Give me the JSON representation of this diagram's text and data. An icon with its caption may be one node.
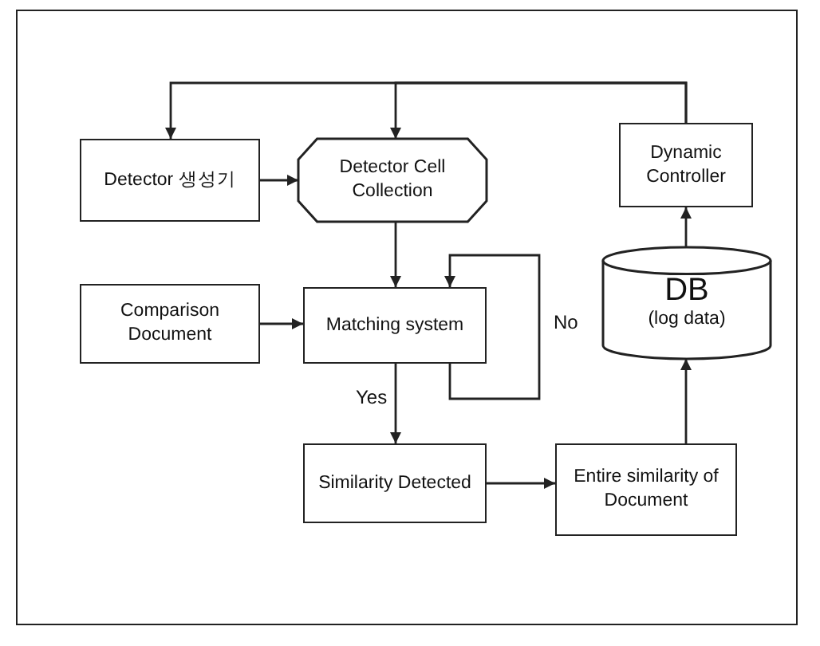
{
  "diagram": {
    "nodes": [
      {
        "text": [
          "Detector 생성기"
        ]
      },
      {
        "text": [
          "Detector Cell Collection"
        ]
      },
      {
        "text": [
          "Dynamic Controller"
        ]
      },
      {
        "text": [
          "DB",
          "(log data)"
        ]
      },
      {
        "text": [
          "Comparison Document"
        ]
      },
      {
        "text": [
          "Matching system"
        ]
      },
      {
        "text": [
          "Similarity Detected"
        ]
      },
      {
        "text": [
          "Entire similarity of Document"
        ]
      }
    ],
    "edges": [
      {
        "from": 2,
        "to": 0,
        "arrow": "to"
      },
      {
        "from": 2,
        "to": 1,
        "arrow": "to"
      },
      {
        "from": 0,
        "to": 1,
        "arrow": "to"
      },
      {
        "from": 1,
        "to": 5,
        "arrow": "to"
      },
      {
        "from": 4,
        "to": 5,
        "arrow": "to"
      },
      {
        "from": 5,
        "to": 5,
        "label": "No",
        "arrow": "to"
      },
      {
        "from": 5,
        "to": 6,
        "label": "Yes",
        "arrow": "to"
      },
      {
        "from": 6,
        "to": 7,
        "arrow": "to"
      },
      {
        "from": 7,
        "to": 3,
        "arrow": "to"
      },
      {
        "from": 3,
        "to": 2,
        "arrow": "to"
      }
    ]
  }
}
